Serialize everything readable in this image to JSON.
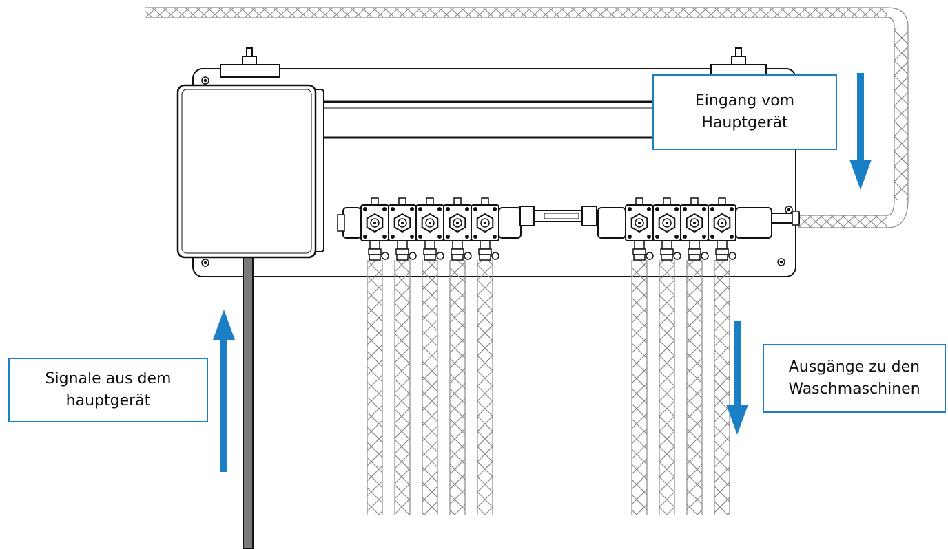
{
  "labels": {
    "input": {
      "line1": "Eingang vom",
      "line2": "Hauptgerät"
    },
    "signals": {
      "line1": "Signale aus dem",
      "line2": "hauptgerät"
    },
    "outputs": {
      "line1": "Ausgänge zu den",
      "line2": "Waschmaschinen"
    }
  },
  "arrows": {
    "input": "down",
    "signals": "up",
    "outputs": "down"
  },
  "colors": {
    "accent": "#1a7fc4",
    "line": "#111111",
    "hose": "#8a8a8a",
    "background": "#ffffff"
  },
  "manifolds": {
    "left_outlets": 5,
    "right_outlets": 4
  }
}
